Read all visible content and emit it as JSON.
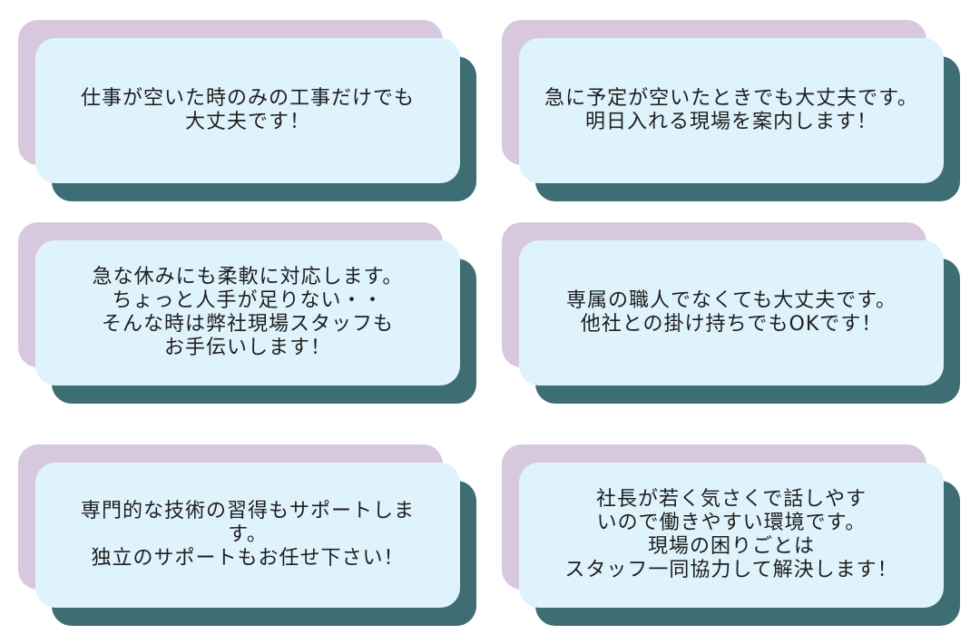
{
  "cards": [
    {
      "text": "仕事が空いた時のみの工事だけでも\n大丈夫です！"
    },
    {
      "text": "急に予定が空いたときでも大丈夫です。\n明日入れる現場を案内します！"
    },
    {
      "text": "急な休みにも柔軟に対応します。\nちょっと人手が足りない・・\nそんな時は弊社現場スタッフも\nお手伝いします！"
    },
    {
      "text": "専属の職人でなくても大丈夫です。\n他社との掛け持ちでもOKです！"
    },
    {
      "text": "専門的な技術の習得もサポートしま\nす。\n独立のサポートもお任せ下さい！"
    },
    {
      "text": "社長が若く気さくで話しやす\nいので働きやすい環境です。\n現場の困りごとは\nスタッフ一同協力して解決します！"
    }
  ],
  "colors": {
    "back_layer": "#d7c8de",
    "shadow_layer": "#3e6d74",
    "front_layer": "#dff3fc",
    "text": "#1e1e1e"
  }
}
